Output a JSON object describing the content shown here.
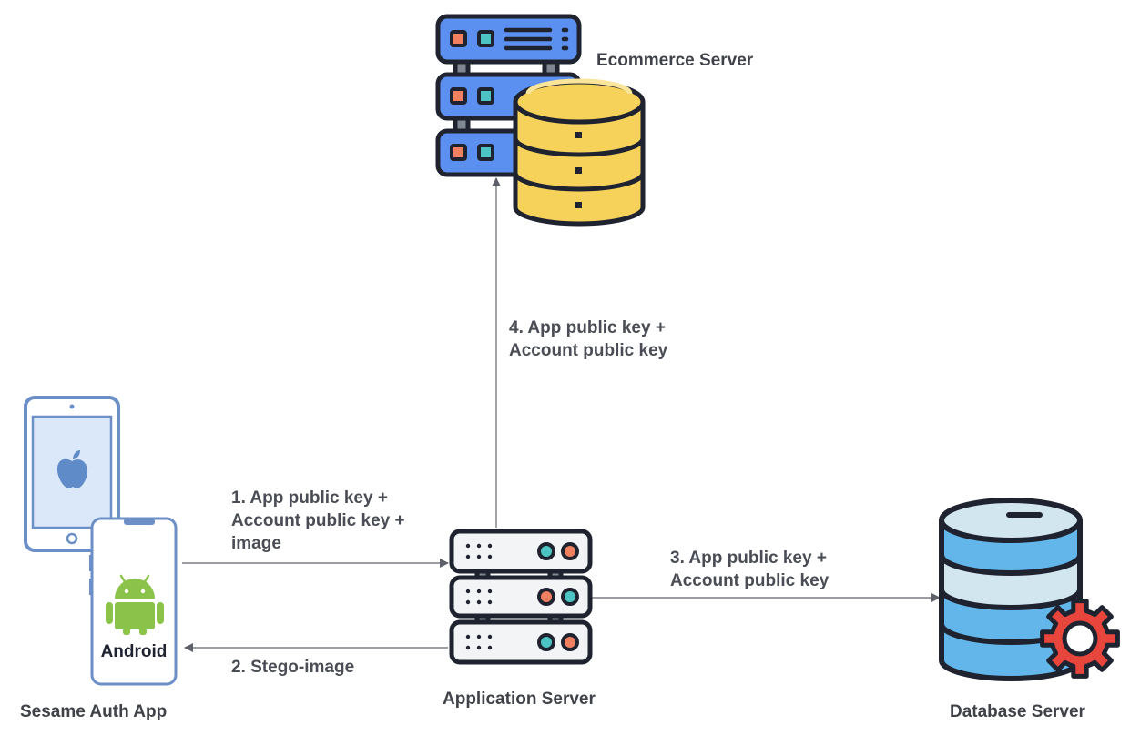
{
  "nodes": {
    "ecommerce": {
      "label": "Ecommerce Server"
    },
    "app_server": {
      "label": "Application Server"
    },
    "database": {
      "label": "Database Server"
    },
    "client": {
      "label": "Sesame Auth App",
      "android_text": "Android"
    }
  },
  "edges": [
    {
      "id": "1",
      "lines": [
        "1. App public key +",
        "Account public key +",
        "image"
      ]
    },
    {
      "id": "2",
      "lines": [
        "2. Stego-image"
      ]
    },
    {
      "id": "3",
      "lines": [
        "3. App public key +",
        "Account public key"
      ]
    },
    {
      "id": "4",
      "lines": [
        "4. App public key +",
        "Account public key"
      ]
    }
  ],
  "colors": {
    "outline": "#1f2330",
    "server_blue": "#5b8ff0",
    "db_yellow": "#f7d25a",
    "db_blue": "#62b6ea",
    "db_light": "#d2e6f0",
    "gear_red": "#e8453c",
    "led_orange": "#f08060",
    "led_teal": "#4cc4c4",
    "phone_blue": "#6d8fc8",
    "android_green": "#8bc34a",
    "arrow": "#6b6e75",
    "text": "#4a4d55"
  }
}
